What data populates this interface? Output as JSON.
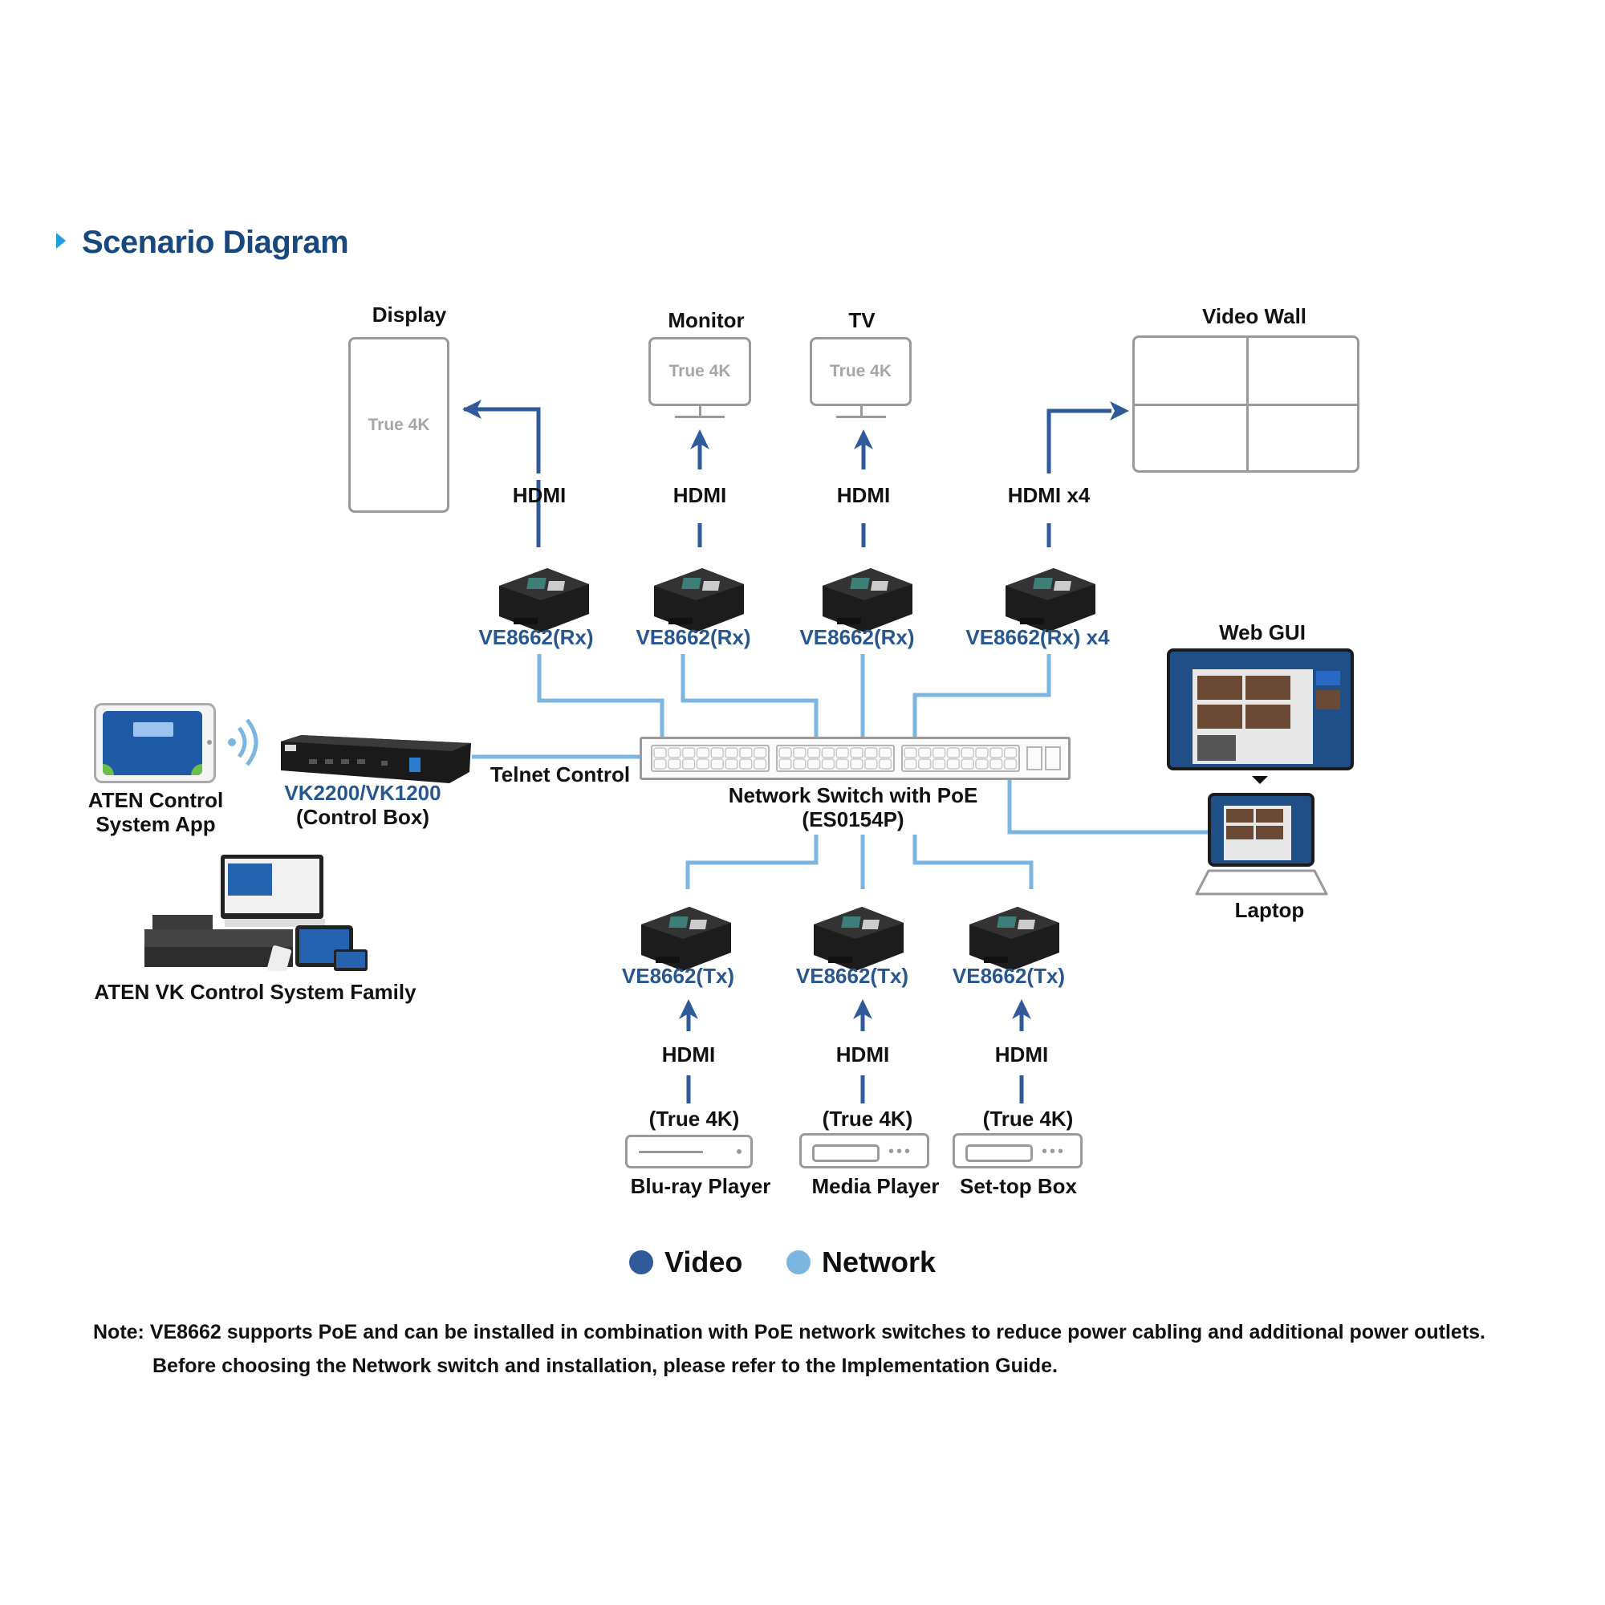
{
  "header": {
    "title": "Scenario Diagram",
    "title_icon": "triangle-right-icon"
  },
  "colors": {
    "title": "#17497f",
    "video_line": "#2f5b9b",
    "network_line": "#7bb6e0",
    "device_label": "#27578f",
    "screen_outline": "#9a9a9a"
  },
  "displays": [
    {
      "label": "Display",
      "screen_text": "True 4K",
      "cable": "HDMI"
    },
    {
      "label": "Monitor",
      "screen_text": "True 4K",
      "cable": "HDMI"
    },
    {
      "label": "TV",
      "screen_text": "True 4K",
      "cable": "HDMI"
    },
    {
      "label": "Video Wall",
      "screen_text": "",
      "cable": "HDMI x4"
    }
  ],
  "receivers": [
    {
      "label": "VE8662(Rx)"
    },
    {
      "label": "VE8662(Rx)"
    },
    {
      "label": "VE8662(Rx)"
    },
    {
      "label": "VE8662(Rx) x4"
    }
  ],
  "control": {
    "app_label_line1": "ATEN Control",
    "app_label_line2": "System App",
    "box_model": "VK2200/VK1200",
    "box_desc": "(Control Box)",
    "link_label": "Telnet Control",
    "family_label": "ATEN VK Control System Family"
  },
  "switch": {
    "label_line1": "Network Switch with PoE",
    "label_line2": "(ES0154P)"
  },
  "web": {
    "gui_label": "Web GUI",
    "laptop_label": "Laptop"
  },
  "transmitters": [
    {
      "label": "VE8662(Tx)",
      "cable": "HDMI",
      "source_quality": "(True 4K)",
      "source": "Blu-ray Player"
    },
    {
      "label": "VE8662(Tx)",
      "cable": "HDMI",
      "source_quality": "(True 4K)",
      "source": "Media Player"
    },
    {
      "label": "VE8662(Tx)",
      "cable": "HDMI",
      "source_quality": "(True 4K)",
      "source": "Set-top Box"
    }
  ],
  "legend": [
    {
      "label": "Video",
      "color": "#2f5b9b"
    },
    {
      "label": "Network",
      "color": "#7bb6e0"
    }
  ],
  "note": {
    "line1": "Note: VE8662 supports PoE and can be installed in combination with PoE network switches to reduce power cabling and additional power outlets.",
    "line2": "Before choosing the Network switch and installation, please refer to the Implementation Guide."
  }
}
